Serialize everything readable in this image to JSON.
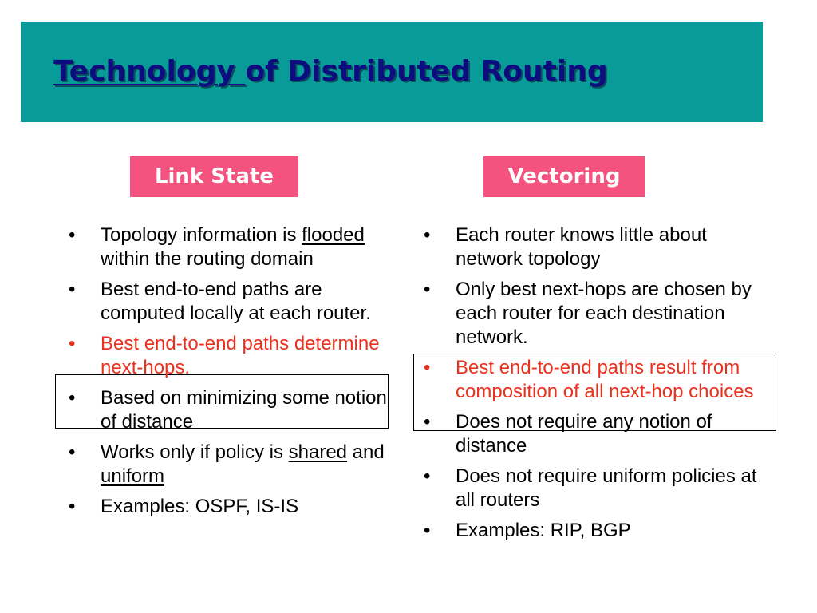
{
  "slide": {
    "title_part1": "Technology ",
    "title_part2": "of Distributed Routing",
    "colors": {
      "banner": "#089b98",
      "title_text": "#0d0d80",
      "header_bg": "#f4537f",
      "highlight_text": "#e8321f"
    }
  },
  "left": {
    "header": "Link State",
    "items": [
      {
        "bullet": "•",
        "text_a": "Topology information is ",
        "u1": "flooded",
        "text_b": " within the routing domain"
      },
      {
        "bullet": "•",
        "text": "Best end-to-end paths are computed locally at each router."
      },
      {
        "bullet": "•",
        "text": "Best end-to-end paths determine next-hops."
      },
      {
        "bullet": "•",
        "text": "Based on minimizing some notion of distance"
      },
      {
        "bullet": "•",
        "text_a": "Works only if policy is ",
        "u1": "shared",
        "text_b": " and ",
        "u2": "uniform"
      },
      {
        "bullet": "•",
        "text": "Examples: OSPF, IS-IS"
      }
    ]
  },
  "right": {
    "header": "Vectoring",
    "items": [
      {
        "bullet": "•",
        "text": "Each router knows little about network topology"
      },
      {
        "bullet": "•",
        "text": "Only best next-hops are chosen by each router for each destination network."
      },
      {
        "bullet": "•",
        "text": "Best end-to-end paths result from composition of all next-hop choices"
      },
      {
        "bullet": "•",
        "text": "Does not require any notion of distance"
      },
      {
        "bullet": "•",
        "text": "Does not require uniform policies at all routers"
      },
      {
        "bullet": "•",
        "text": "Examples: RIP, BGP"
      }
    ]
  }
}
